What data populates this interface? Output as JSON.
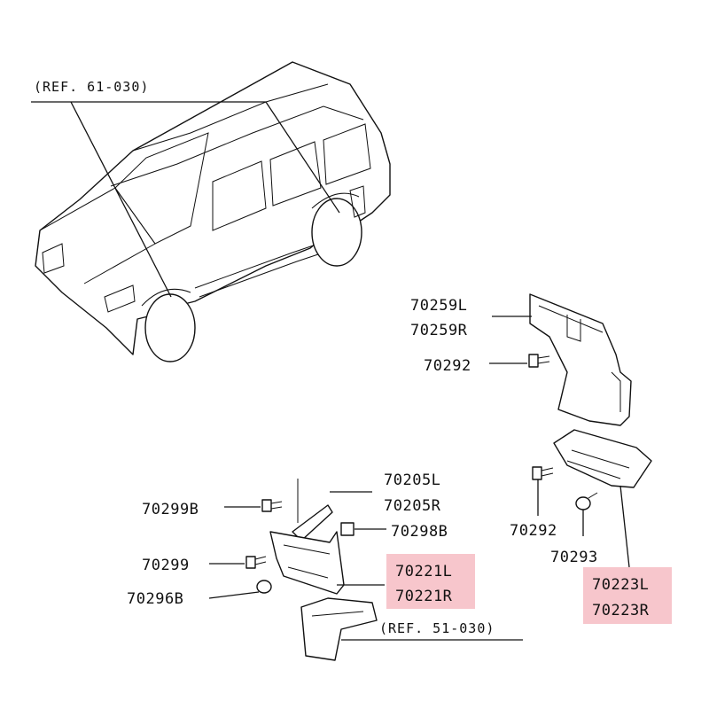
{
  "highlight_color": "#f7c6cc",
  "refs": {
    "top": "(REF. 61-030)",
    "bottom": "(REF. 51-030)"
  },
  "labels": {
    "p70259": [
      "70259L",
      "70259R"
    ],
    "p70292_top": "70292",
    "p70205": [
      "70205L",
      "70205R"
    ],
    "p70299B": "70299B",
    "p70298B": "70298B",
    "p70299": "70299",
    "p70221": [
      "70221L",
      "70221R"
    ],
    "p70296B": "70296B",
    "p70292_bottom": "70292",
    "p70293": "70293",
    "p70223": [
      "70223L",
      "70223R"
    ]
  }
}
